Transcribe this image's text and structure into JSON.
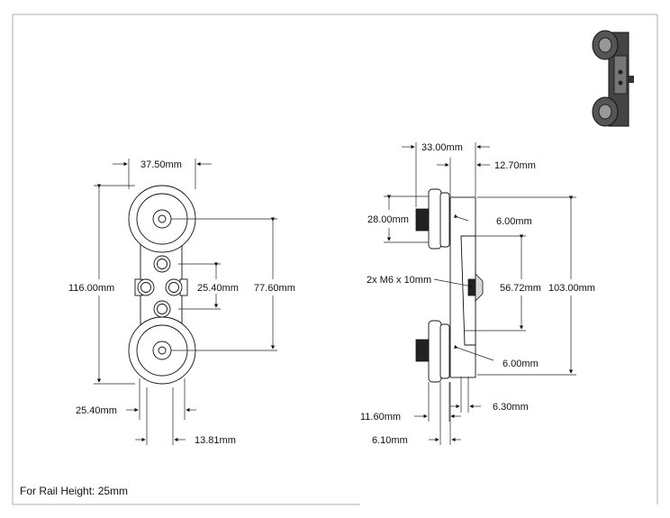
{
  "note": "For Rail Height: 25mm",
  "front_view": {
    "width_label": "37.50mm",
    "height_label": "116.00mm",
    "hole_spacing_label": "25.40mm",
    "wheel_centers_label": "77.60mm",
    "bottom_offset_label": "25.40mm",
    "bottom_small_label": "13.81mm"
  },
  "side_view": {
    "top_width_label": "33.00mm",
    "top_plate_label": "12.70mm",
    "wheel_dia_label": "28.00mm",
    "top_thick_label": "6.00mm",
    "screw_label": "2x M6 x 10mm",
    "mid_label": "56.72mm",
    "total_height_label": "103.00mm",
    "bottom_thick_label": "6.00mm",
    "bottom_gap_label": "11.60mm",
    "bottom_right_label": "6.30mm",
    "bottom_left_label": "6.10mm"
  }
}
